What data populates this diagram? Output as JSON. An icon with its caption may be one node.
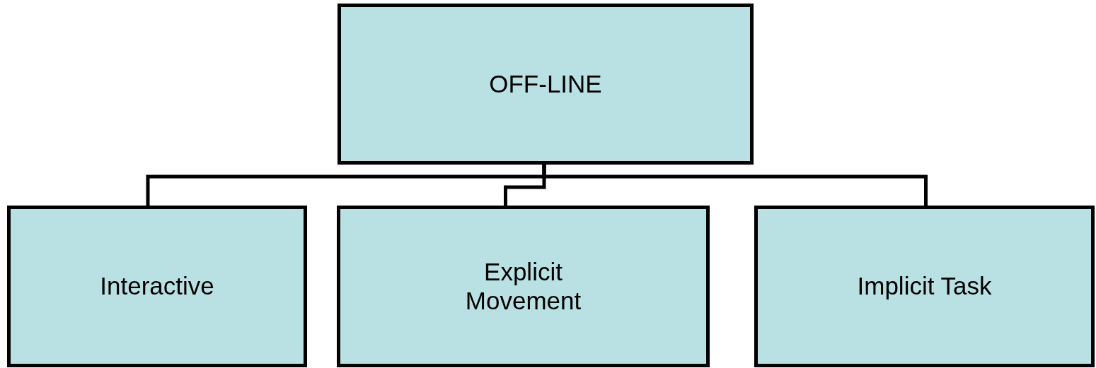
{
  "diagram": {
    "nodes": [
      {
        "text": [
          "OFF-LINE"
        ]
      },
      {
        "text": [
          "Interactive"
        ]
      },
      {
        "text": [
          "Explicit Movement"
        ]
      },
      {
        "text": [
          "Implicit Task"
        ]
      }
    ],
    "edges": [
      {
        "from": 0,
        "to": 1,
        "arrow": "none"
      },
      {
        "from": 0,
        "to": 2,
        "arrow": "none"
      },
      {
        "from": 0,
        "to": 3,
        "arrow": "none"
      }
    ]
  }
}
